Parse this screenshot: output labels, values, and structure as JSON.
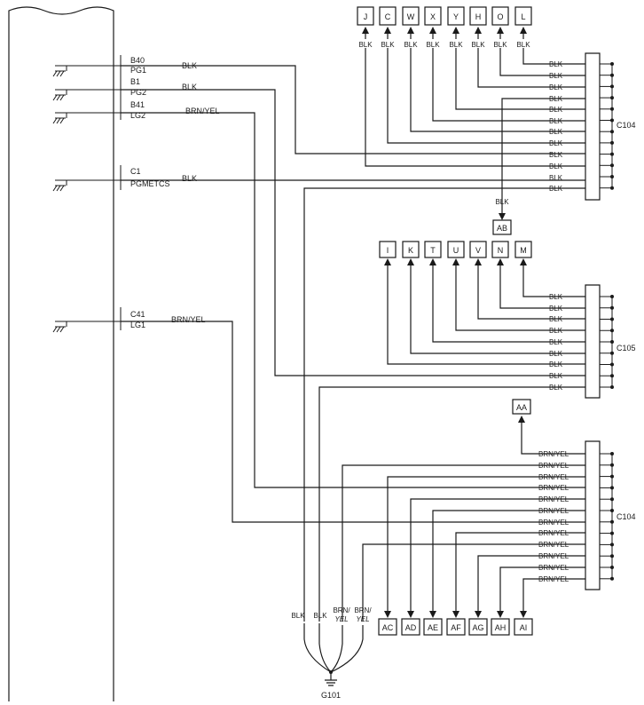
{
  "ecm_pins": [
    {
      "pin": "B40",
      "name": "PG1",
      "wire": "BLK"
    },
    {
      "pin": "B1",
      "name": "PG2",
      "wire": "BLK"
    },
    {
      "pin": "B41",
      "name": "LG2",
      "wire": "BRN/YEL"
    },
    {
      "pin": "C1",
      "name": "PGMETCS",
      "wire": "BLK"
    },
    {
      "pin": "C41",
      "name": "LG1",
      "wire": "BRN/YEL"
    }
  ],
  "connectors": {
    "c104_top": "C104",
    "c105": "C105",
    "c104_bottom": "C104"
  },
  "wire_colors": {
    "blk": "BLK",
    "brn_yel": "BRN/YEL",
    "brn_yel_split_top": "BRN/",
    "brn_yel_split_bottom": "YEL"
  },
  "top_terminals": [
    "J",
    "C",
    "W",
    "X",
    "Y",
    "H",
    "O",
    "L"
  ],
  "ab_terminal": "AB",
  "mid_terminals": [
    "I",
    "K",
    "T",
    "U",
    "V",
    "N",
    "M"
  ],
  "aa_terminal": "AA",
  "bottom_terminals": [
    "AC",
    "AD",
    "AE",
    "AF",
    "AG",
    "AH",
    "AI"
  ],
  "ground": "G101"
}
